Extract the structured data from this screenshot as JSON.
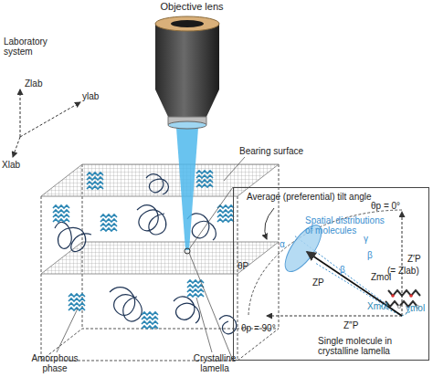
{
  "diagram": {
    "nodes": [
      {
        "text": [
          "Average (preferential) tilt angle",
          "Spatial distributions of molecules",
          "θp = 0°",
          "θP",
          "α",
          "γ",
          "β",
          "β",
          "ZP",
          "Zmol",
          "Z′P",
          "(= Zlab)",
          "θp = 90°",
          "Z″P",
          "Single molecule in crystalline lamella",
          "Xmol",
          "ymol"
        ]
      }
    ],
    "labels": [
      "Objective lens",
      "Laboratory system",
      "Zlab",
      "ylab",
      "Xlab",
      "Bearing surface",
      "Amorphous phase",
      "Crystalline lamella"
    ]
  }
}
